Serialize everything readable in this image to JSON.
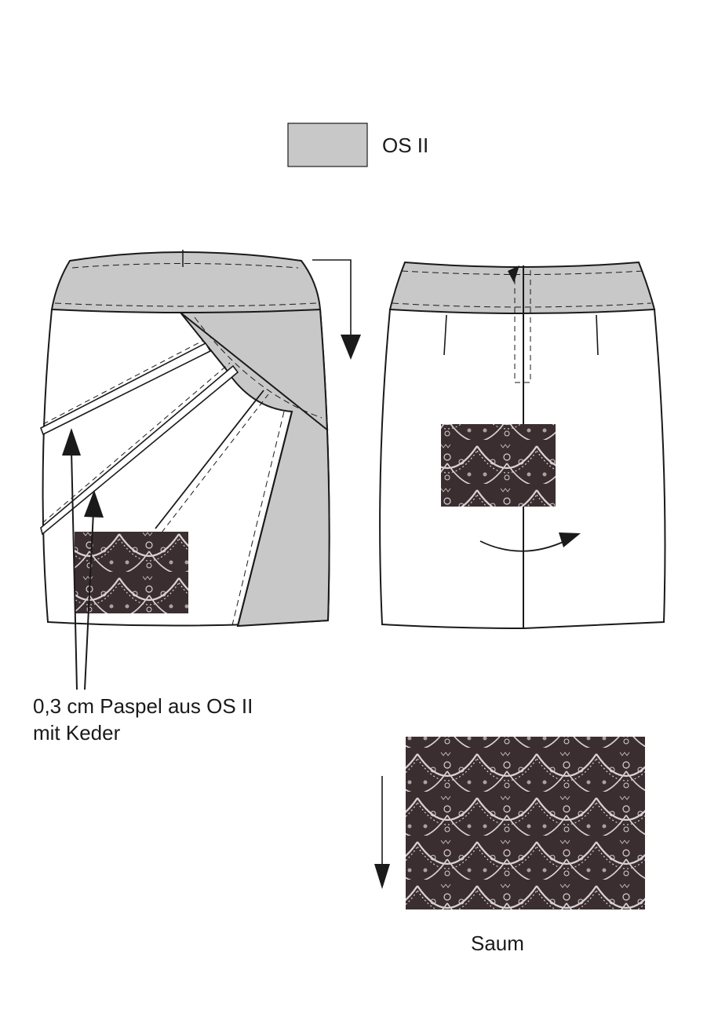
{
  "legend": {
    "label": "OS II",
    "swatch_color": "#c8c8c8"
  },
  "callout": {
    "line1": "0,3 cm Paspel aus OS II",
    "line2": "mit Keder"
  },
  "hem": {
    "label": "Saum"
  },
  "colors": {
    "outline": "#1a1a1a",
    "contrast_fabric": "#c8c8c8",
    "lace_base": "#3b2e31",
    "lace_thread": "#d9d2d4",
    "fabric": "#ffffff"
  },
  "icons": {
    "front_view": "skirt-front-icon",
    "back_view": "skirt-back-icon",
    "lace_swatch": "lace-swatch-icon",
    "direction_arrow": "arrow-down-icon",
    "overlap_arrow": "curved-arrow-icon"
  }
}
